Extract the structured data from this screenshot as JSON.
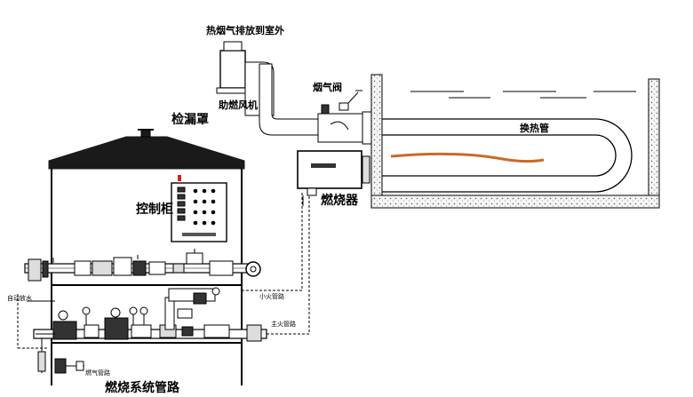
{
  "labels": {
    "flue_to_outdoor": "热烟气排放到室外",
    "combustion_fan": "助燃风机",
    "flue_valve": "烟气阀",
    "heat_exchanger_tube": "换热管",
    "leak_hood": "检漏罩",
    "control_cabinet": "控制柜",
    "burner": "燃烧器",
    "pilot_line": "小火管路",
    "main_fire_line": "主火管路",
    "system_pipeline": "燃烧系统管路",
    "left_small": "自动放水",
    "bottom_small": "燃气管路"
  },
  "colors": {
    "line": "#000000",
    "roof": "#1a1a1a",
    "red_indicator": "#d62020",
    "flame": "#c86a2a",
    "wall_fill": "#f2f2f2"
  }
}
